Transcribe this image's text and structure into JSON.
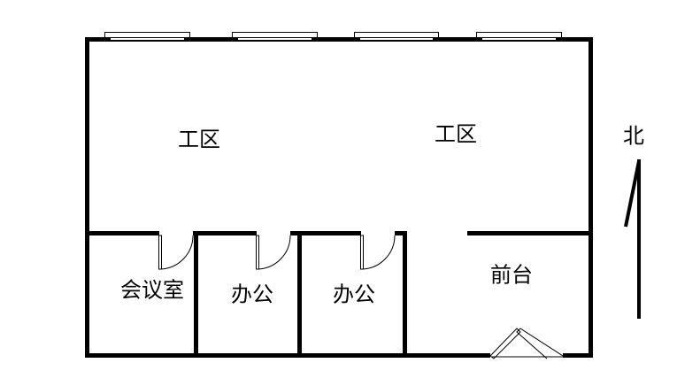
{
  "rooms": {
    "work_area_left": "工区",
    "work_area_right": "工区",
    "meeting_room": "会议室",
    "office_1": "办公",
    "office_2": "办公",
    "reception": "前台"
  },
  "compass": {
    "north_label": "北"
  },
  "colors": {
    "wall": "#000000",
    "background": "#ffffff"
  }
}
